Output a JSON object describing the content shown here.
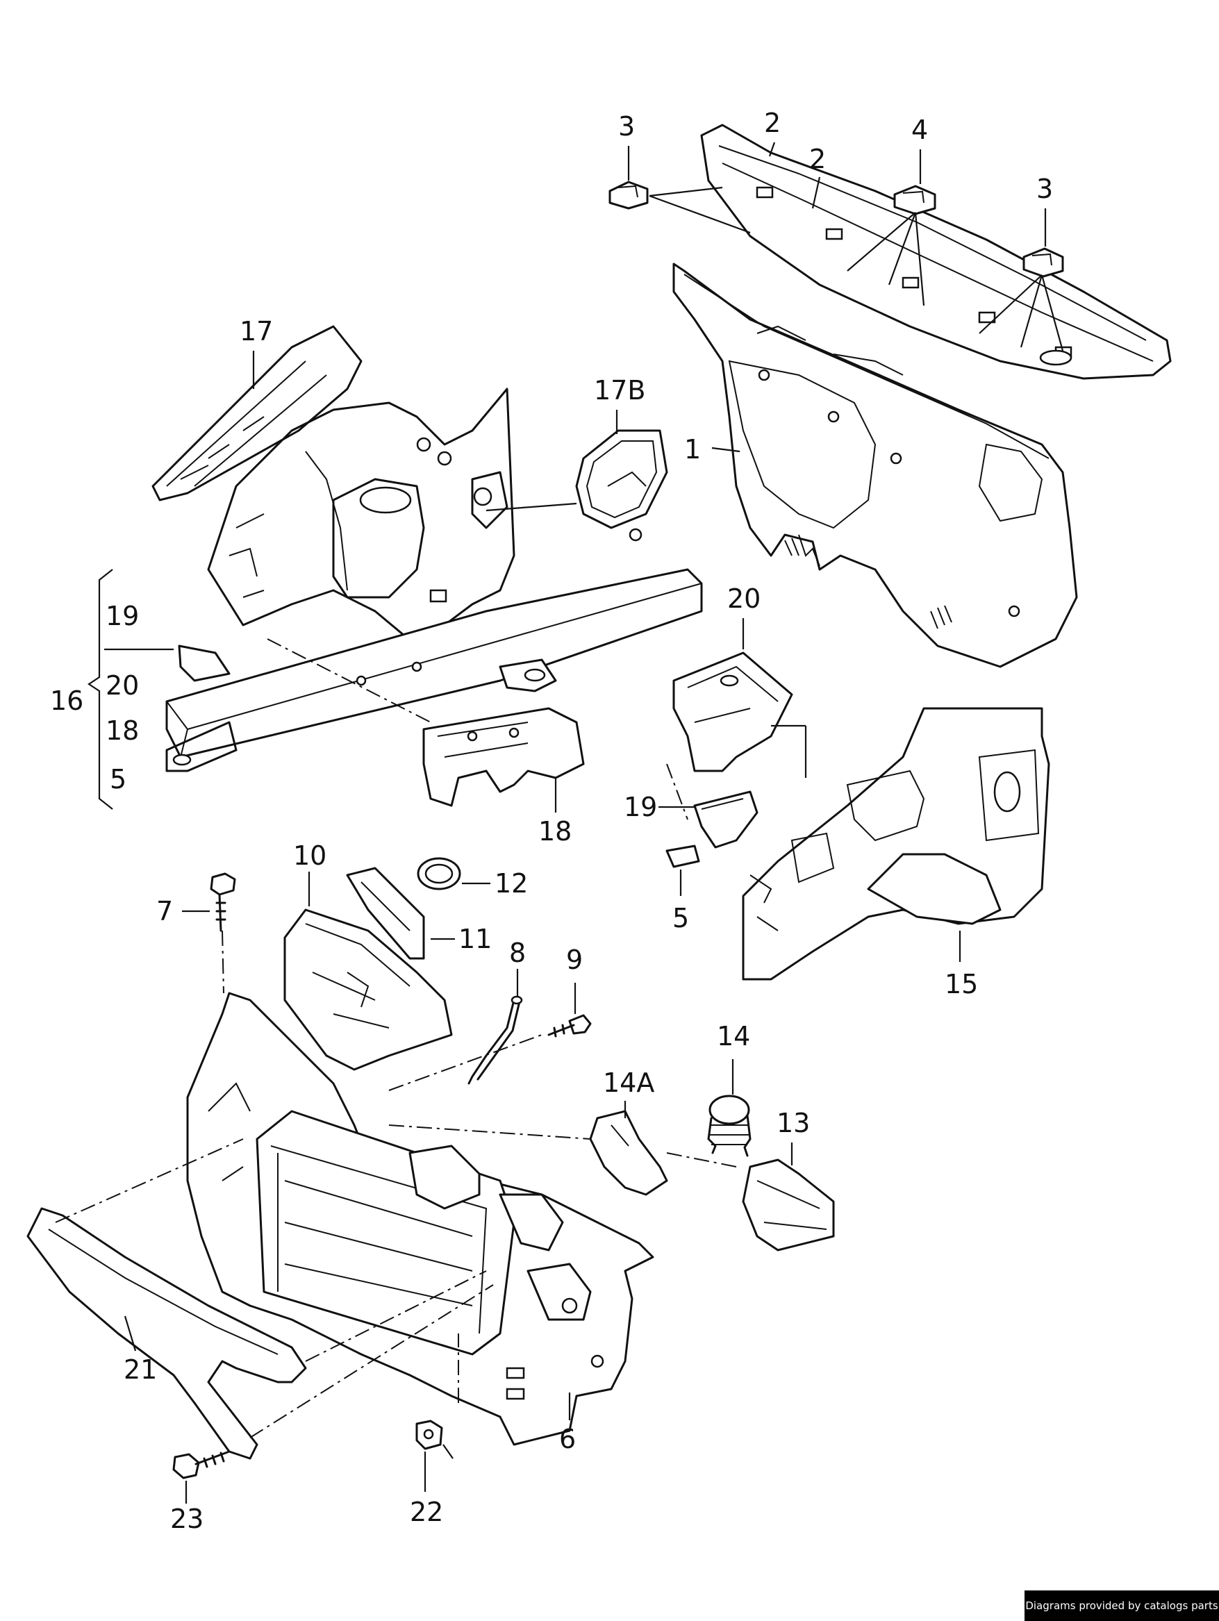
{
  "callouts": {
    "c3a": "3",
    "c2a": "2",
    "c2b": "2",
    "c4": "4",
    "c3b": "3",
    "c17": "17",
    "c17b": "17B",
    "c1": "1",
    "c16": "16",
    "c19a": "19",
    "c20a": "20",
    "c18a": "18",
    "c5a": "5",
    "c18b": "18",
    "c20b": "20",
    "c19b": "19",
    "c5b": "5",
    "c15": "15",
    "c10": "10",
    "c12": "12",
    "c7": "7",
    "c11": "11",
    "c8": "8",
    "c9": "9",
    "c14": "14",
    "c14a": "14A",
    "c13": "13",
    "c21": "21",
    "c6": "6",
    "c23": "23",
    "c22": "22"
  },
  "credit": "Diagrams provided by catalogs parts"
}
